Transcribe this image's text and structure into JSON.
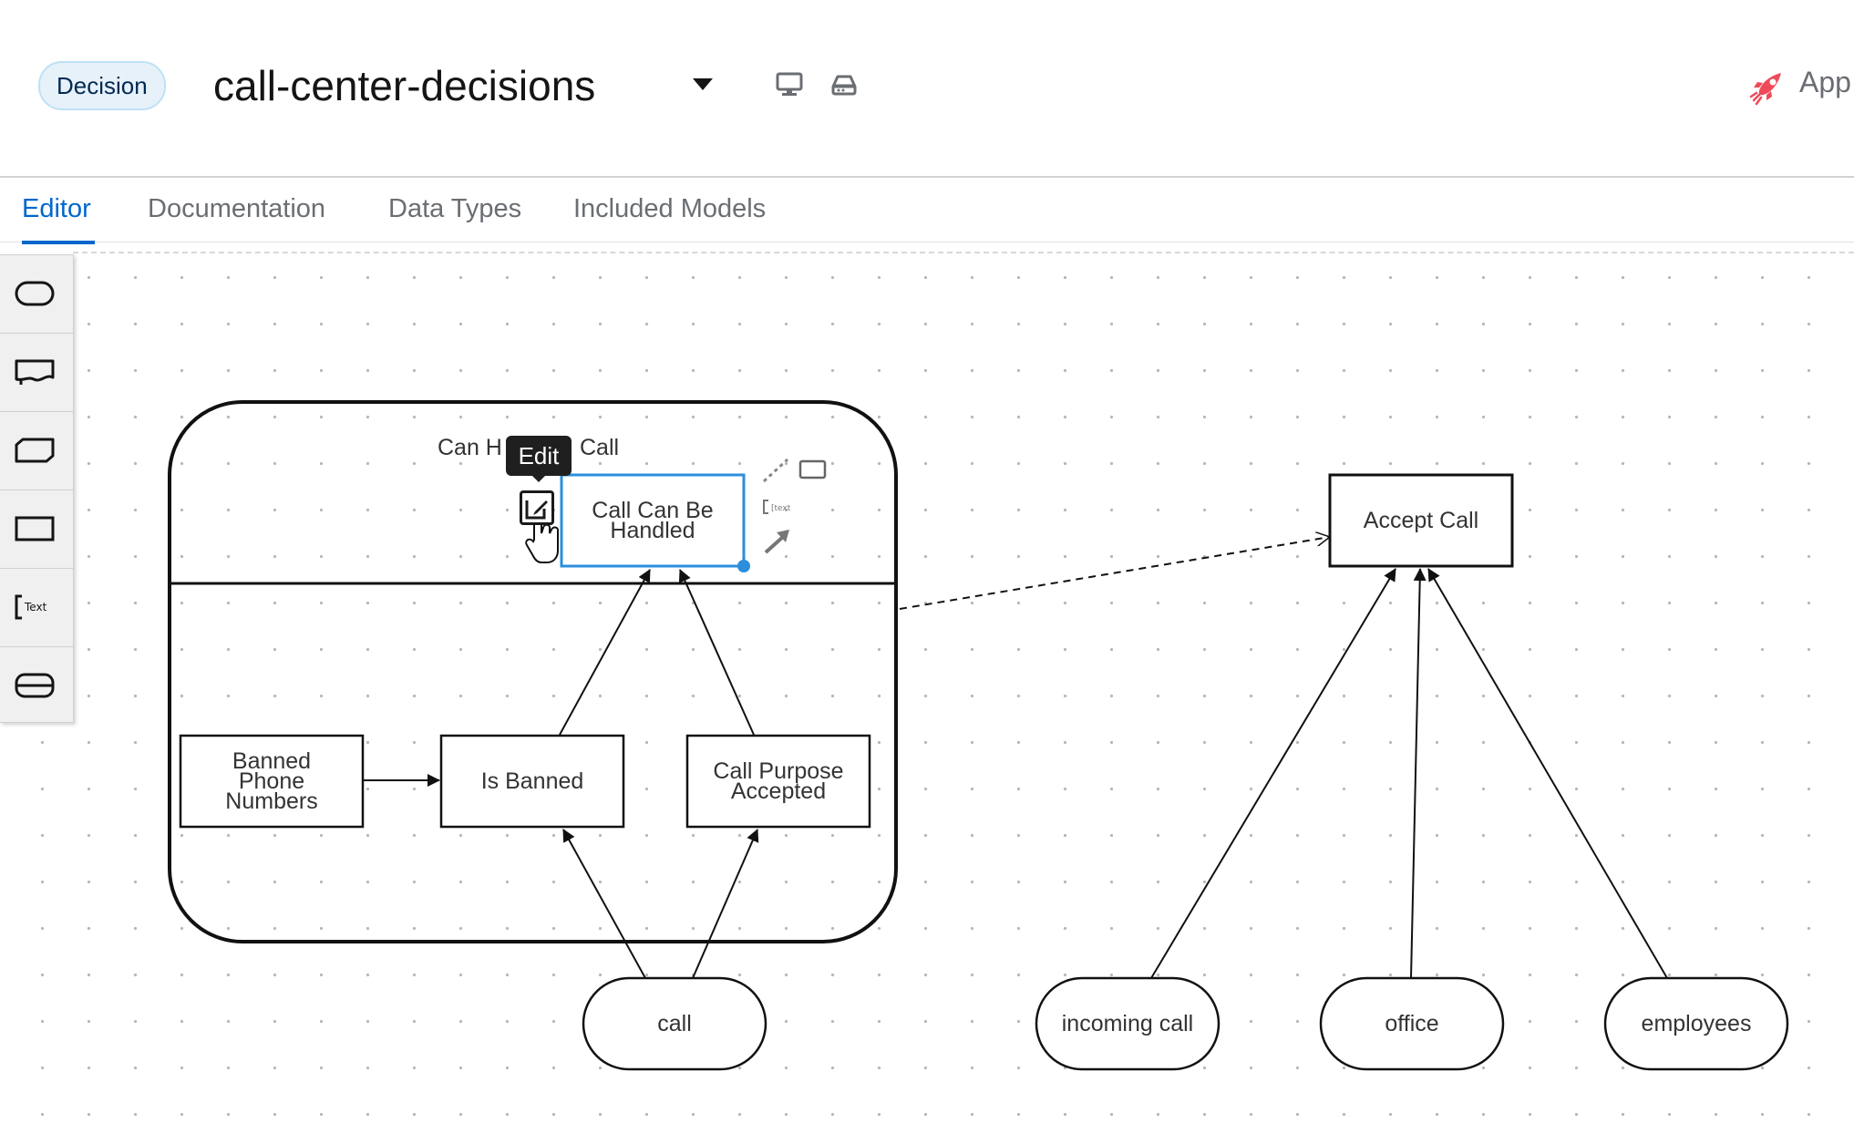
{
  "header": {
    "badge": "Decision",
    "title": "call-center-decisions",
    "apply_label": "App"
  },
  "tabs": [
    "Editor",
    "Documentation",
    "Data Types",
    "Included Models"
  ],
  "palette": {
    "items": [
      "input-data",
      "knowledge-source",
      "business-knowledge-model",
      "decision",
      "text-annotation",
      "decision-service"
    ]
  },
  "diagram": {
    "decision_service_label_left": "Can H",
    "decision_service_label_right": "Call",
    "tooltip": "Edit",
    "nodes": {
      "call_can_be_handled": "Call Can Be\nHandled",
      "banned_phone_numbers": "Banned\nPhone\nNumbers",
      "is_banned": "Is Banned",
      "call_purpose_accepted": "Call Purpose\nAccepted",
      "accept_call": "Accept Call",
      "call": "call",
      "incoming_call": "incoming call",
      "office": "office",
      "employees": "employees"
    }
  },
  "colors": {
    "accent": "#0066cc",
    "selection": "#2b8fdc",
    "badge_bg": "#e7f1fa"
  }
}
